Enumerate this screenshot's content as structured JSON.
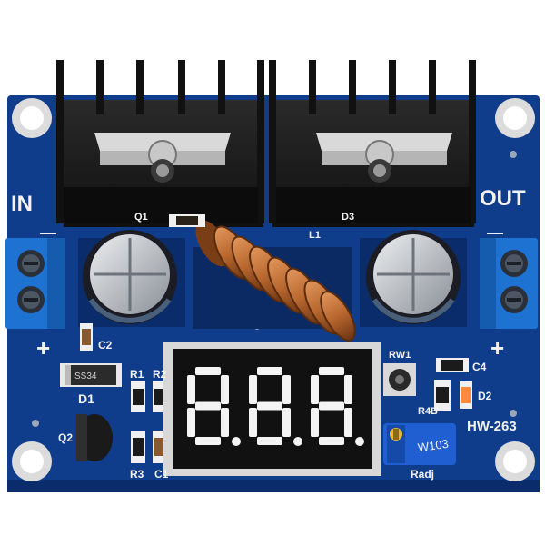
{
  "board": {
    "model": "HW-263",
    "input_label": "IN",
    "output_label": "OUT",
    "minus_sign": "—",
    "plus_sign": "+",
    "colors": {
      "pcb": "#0f3d8c",
      "pcb_dark": "#0a2c6b",
      "heatsink": "#161616",
      "terminal": "#1e73d2",
      "copper": "#b8672e",
      "display_digit": "#f4f4f4"
    }
  },
  "labels": {
    "q1": "Q1",
    "d3": "D3",
    "l1": "L1",
    "c2": "C2",
    "d1": "D1",
    "d1_part": "SS34",
    "r1": "R1",
    "r2": "R2",
    "q2": "Q2",
    "r3": "R3",
    "c1": "C1",
    "rw1": "RW1",
    "c4": "C4",
    "r4b": "R4B",
    "d2": "D2",
    "radj": "Radj",
    "pot_code": "W103"
  },
  "display": {
    "digits": [
      "8",
      "8",
      "8"
    ],
    "icon": "seven-segment-display"
  }
}
